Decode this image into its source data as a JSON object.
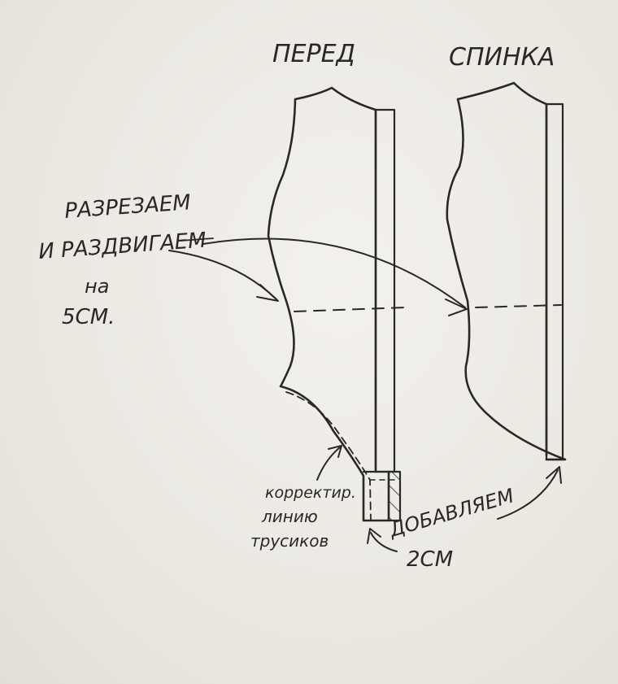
{
  "labels": {
    "front": "ПЕРЕД",
    "back": "СПИНКА",
    "cut_line1": "РАЗРЕЗАЕМ",
    "cut_line2": "И РАЗДВИГАЕМ",
    "cut_line3": "на",
    "cut_line4": "5СМ.",
    "correct_line1": "корректир.",
    "correct_line2": "линию",
    "correct_line3": "трусиков",
    "add_line1": "ДОБАВЛЯЕМ",
    "add_line2": "2СМ"
  },
  "colors": {
    "ink": "#2a2826",
    "paper": "#ece9e3"
  }
}
